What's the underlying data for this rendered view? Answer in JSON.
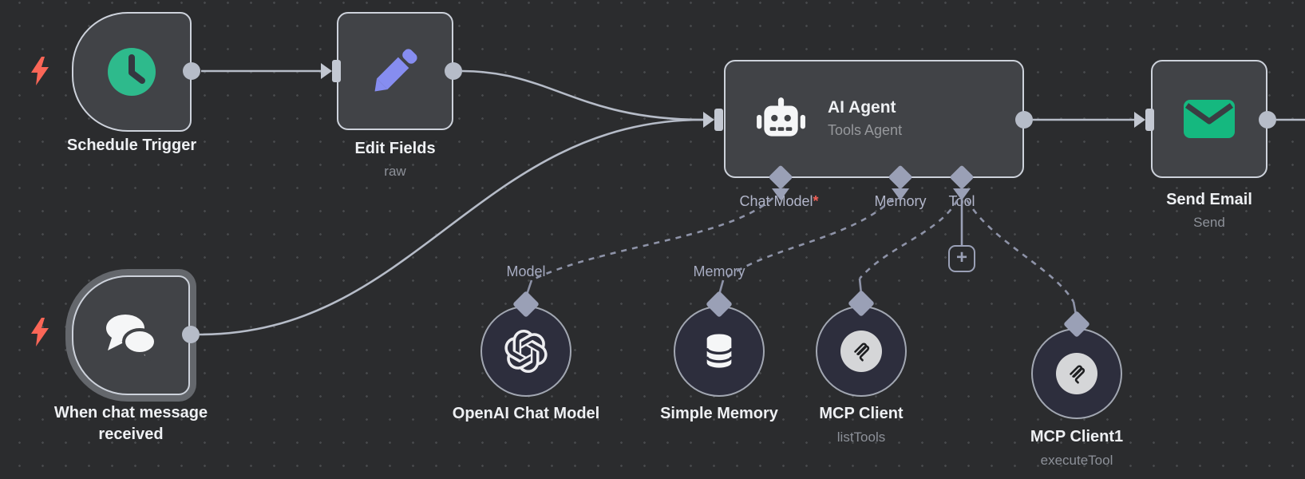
{
  "workflow": {
    "nodes": {
      "schedule_trigger": {
        "name": "Schedule Trigger"
      },
      "edit_fields": {
        "name": "Edit Fields",
        "subtitle": "raw"
      },
      "chat_trigger": {
        "name": "When chat message received"
      },
      "ai_agent": {
        "name": "AI Agent",
        "subtitle": "Tools Agent"
      },
      "send_email": {
        "name": "Send Email",
        "subtitle": "Send"
      },
      "openai_chat_model": {
        "name": "OpenAI Chat Model"
      },
      "simple_memory": {
        "name": "Simple Memory"
      },
      "mcp_client": {
        "name": "MCP Client",
        "subtitle": "listTools"
      },
      "mcp_client1": {
        "name": "MCP Client1",
        "subtitle": "executeTool"
      }
    },
    "agent_ports": {
      "chat_model": {
        "label": "Chat Model",
        "required_marker": "*"
      },
      "memory": {
        "label": "Memory"
      },
      "tool": {
        "label": "Tool"
      }
    },
    "endpoint_labels": {
      "model": "Model",
      "memory": "Memory"
    },
    "add_button": {
      "label": "+"
    },
    "icons": {
      "schedule_trigger": "clock-icon",
      "edit_fields": "pencil-icon",
      "chat_trigger": "chat-bubbles-icon",
      "ai_agent": "robot-icon",
      "send_email": "envelope-icon",
      "openai_chat_model": "openai-logo-icon",
      "simple_memory": "database-icon",
      "mcp_client": "mcp-logo-icon",
      "mcp_client1": "mcp-logo-icon",
      "trigger_left": "lightning-bolt-icon",
      "add_tool": "plus-icon"
    },
    "colors": {
      "canvas_bg": "#2b2c2e",
      "node_fill": "#414347",
      "node_border": "#cdd2db",
      "circle_fill": "#2d2e3d",
      "wire_solid": "#b6bcc8",
      "wire_dashed": "#8e93a8",
      "port_diamond": "#9aa0b6",
      "clock_green": "#2eba8c",
      "envelope_green": "#15b87f",
      "pencil_purple": "#868df0",
      "bolt_red": "#fb6657",
      "required_red": "#f05f57"
    }
  }
}
